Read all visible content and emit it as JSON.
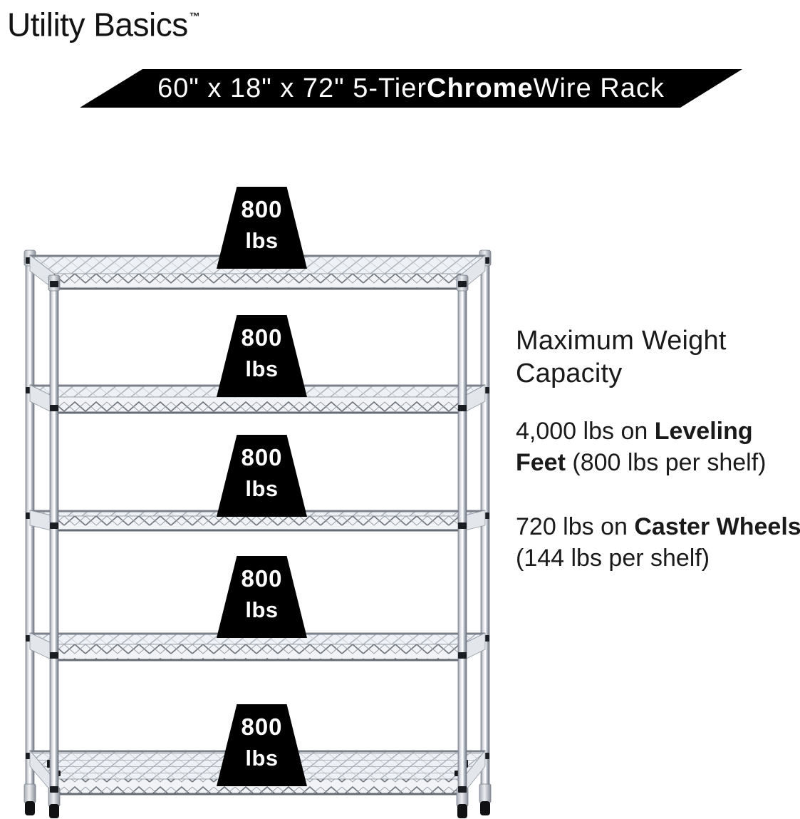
{
  "brand": {
    "name": "Utility Basics",
    "trademark": "™"
  },
  "banner": {
    "segments": [
      {
        "text": "60\" x 18\" x 72\" 5-Tier ",
        "bold": false
      },
      {
        "text": "Chrome",
        "bold": true
      },
      {
        "text": " Wire Rack",
        "bold": false
      }
    ],
    "background": "#000000",
    "text_color": "#ffffff"
  },
  "rack": {
    "description": "5-tier chrome wire shelving rack product photo",
    "tiers": 5,
    "shelf_labels": [
      {
        "value": "800",
        "unit": "lbs"
      },
      {
        "value": "800",
        "unit": "lbs"
      },
      {
        "value": "800",
        "unit": "lbs"
      },
      {
        "value": "800",
        "unit": "lbs"
      },
      {
        "value": "800",
        "unit": "lbs"
      }
    ]
  },
  "specs": {
    "heading": "Maximum Weight Capacity",
    "items": [
      {
        "segments": [
          {
            "text": "4,000 lbs on ",
            "bold": false
          },
          {
            "text": "Leveling Feet",
            "bold": true
          },
          {
            "text": " (800 lbs per shelf)",
            "bold": false
          }
        ]
      },
      {
        "segments": [
          {
            "text": "720 lbs on ",
            "bold": false
          },
          {
            "text": "Caster Wheels",
            "bold": true
          },
          {
            "text": " (144 lbs per shelf)",
            "bold": false
          }
        ]
      }
    ]
  },
  "colors": {
    "accent_black": "#000000",
    "text": "#1a1a1a",
    "chrome_light": "#eef1f5",
    "chrome_mid": "#c6cad1",
    "chrome_dark": "#6f757f"
  }
}
